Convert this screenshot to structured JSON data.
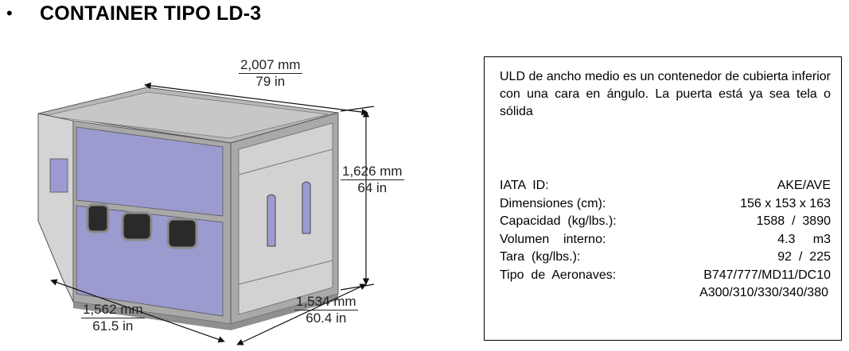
{
  "heading": {
    "bullet": "•",
    "title": "CONTAINER TIPO LD-3"
  },
  "dimensions": {
    "width": {
      "mm": "2,007 mm",
      "in": "79 in"
    },
    "height": {
      "mm": "1,626 mm",
      "in": "64 in"
    },
    "base": {
      "mm": "1,562 mm",
      "in": "61.5 in"
    },
    "depth": {
      "mm": "1,534 mm",
      "in": "60.4 in"
    }
  },
  "colors": {
    "panel": "#9b9bd0",
    "frame": "#a9a9a9",
    "side": "#d2d2d2",
    "dark": "#2a2a2a"
  },
  "info": {
    "description": "ULD de  ancho medio es un contenedor de cubierta inferior con una cara en ángulo. La puerta está ya sea tela o sólida",
    "specs": [
      {
        "key": "IATA  ID:",
        "value": "AKE/AVE"
      },
      {
        "key": "Dimensiones (cm):",
        "value": "156 x 153 x 163"
      },
      {
        "key": "Capacidad  (kg/lbs.):",
        "value": "1588  /  3890"
      },
      {
        "key": "Volumen    interno:",
        "value": "4.3     m3"
      },
      {
        "key": "Tara  (kg/lbs.):",
        "value": "92  /  225"
      },
      {
        "key": "Tipo  de  Aeronaves:",
        "value": "B747/777/MD11/DC10"
      }
    ],
    "aircraft_cont": "A300/310/330/340/380"
  }
}
